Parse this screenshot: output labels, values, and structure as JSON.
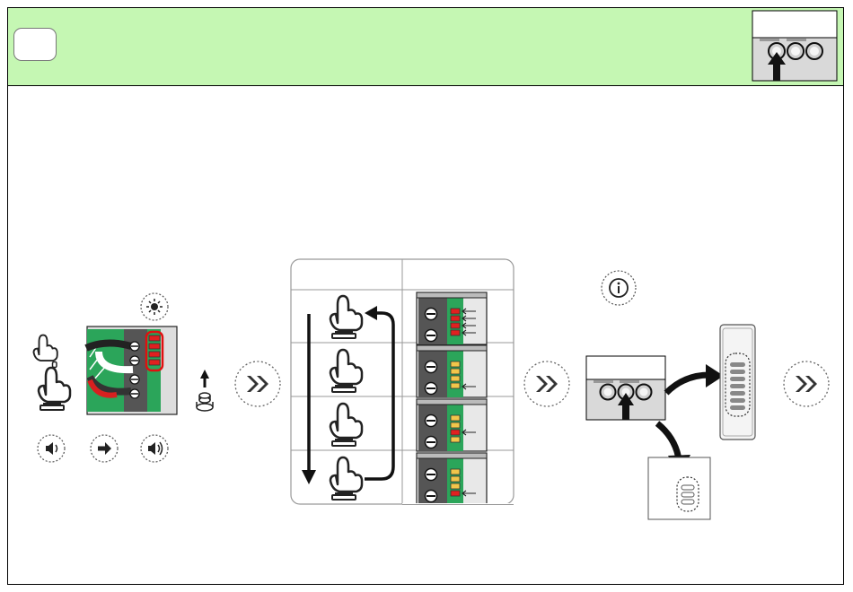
{
  "header": {
    "background": "#c5f7b3",
    "step_number": "",
    "thumbnail_icon": "receiver-press-left-button-icon"
  },
  "icons": {
    "step1": [
      "tap-hand-icon",
      "press-hand-icon",
      "sound-icon",
      "arrow-right-icon",
      "sound-icon",
      "led-blink-icon",
      "button-release-icon",
      "wiring-terminal-icon"
    ],
    "table": [
      "hand-press-icon",
      "terminal-leds-icon",
      "cycle-arrow-icon"
    ],
    "step3": [
      "info-icon",
      "receiver-button-icon",
      "remote-control-icon",
      "keyfob-icon"
    ],
    "next": "double-chevron-icon"
  },
  "colors": {
    "led_on": "#e02020",
    "led_off": "#f2c64a",
    "pcb": "#2ba55a",
    "wire_red": "#d72020",
    "highlight": "#e01010"
  },
  "table": {
    "headers": [
      "",
      ""
    ],
    "rows": 4,
    "led_states": [
      [
        1,
        1,
        1,
        1
      ],
      [
        0,
        0,
        0,
        0
      ],
      [
        0,
        0,
        1,
        0
      ],
      [
        0,
        0,
        0,
        1
      ]
    ]
  }
}
